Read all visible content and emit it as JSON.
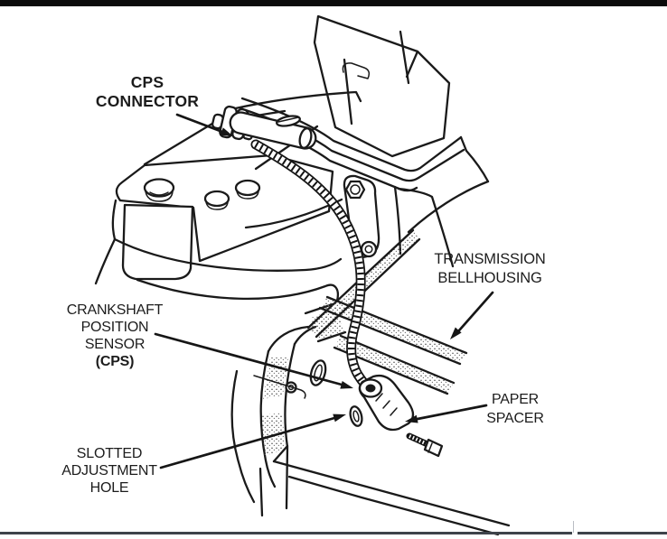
{
  "page": {
    "background": "#ffffff",
    "top_bar_color": "#0b0b0b",
    "bottom_rule_color": "#3e434a",
    "line_color": "#1a1a1a"
  },
  "figure": {
    "kind": "service-manual line-art diagram",
    "subject": "Crankshaft position sensor (CPS) mounting at transmission bellhousing"
  },
  "labels": {
    "cps_connector": {
      "lines": [
        "CPS",
        "CONNECTOR"
      ]
    },
    "crankshaft_position_sensor": {
      "lines": [
        "CRANKSHAFT",
        "POSITION",
        "SENSOR",
        "(CPS)"
      ]
    },
    "transmission_bellhousing": {
      "lines": [
        "TRANSMISSION",
        "BELLHOUSING"
      ]
    },
    "paper_spacer": {
      "lines": [
        "PAPER",
        "SPACER"
      ]
    },
    "slotted_adjustment_hole": {
      "lines": [
        "SLOTTED",
        "ADJUSTMENT",
        "HOLE"
      ]
    }
  }
}
